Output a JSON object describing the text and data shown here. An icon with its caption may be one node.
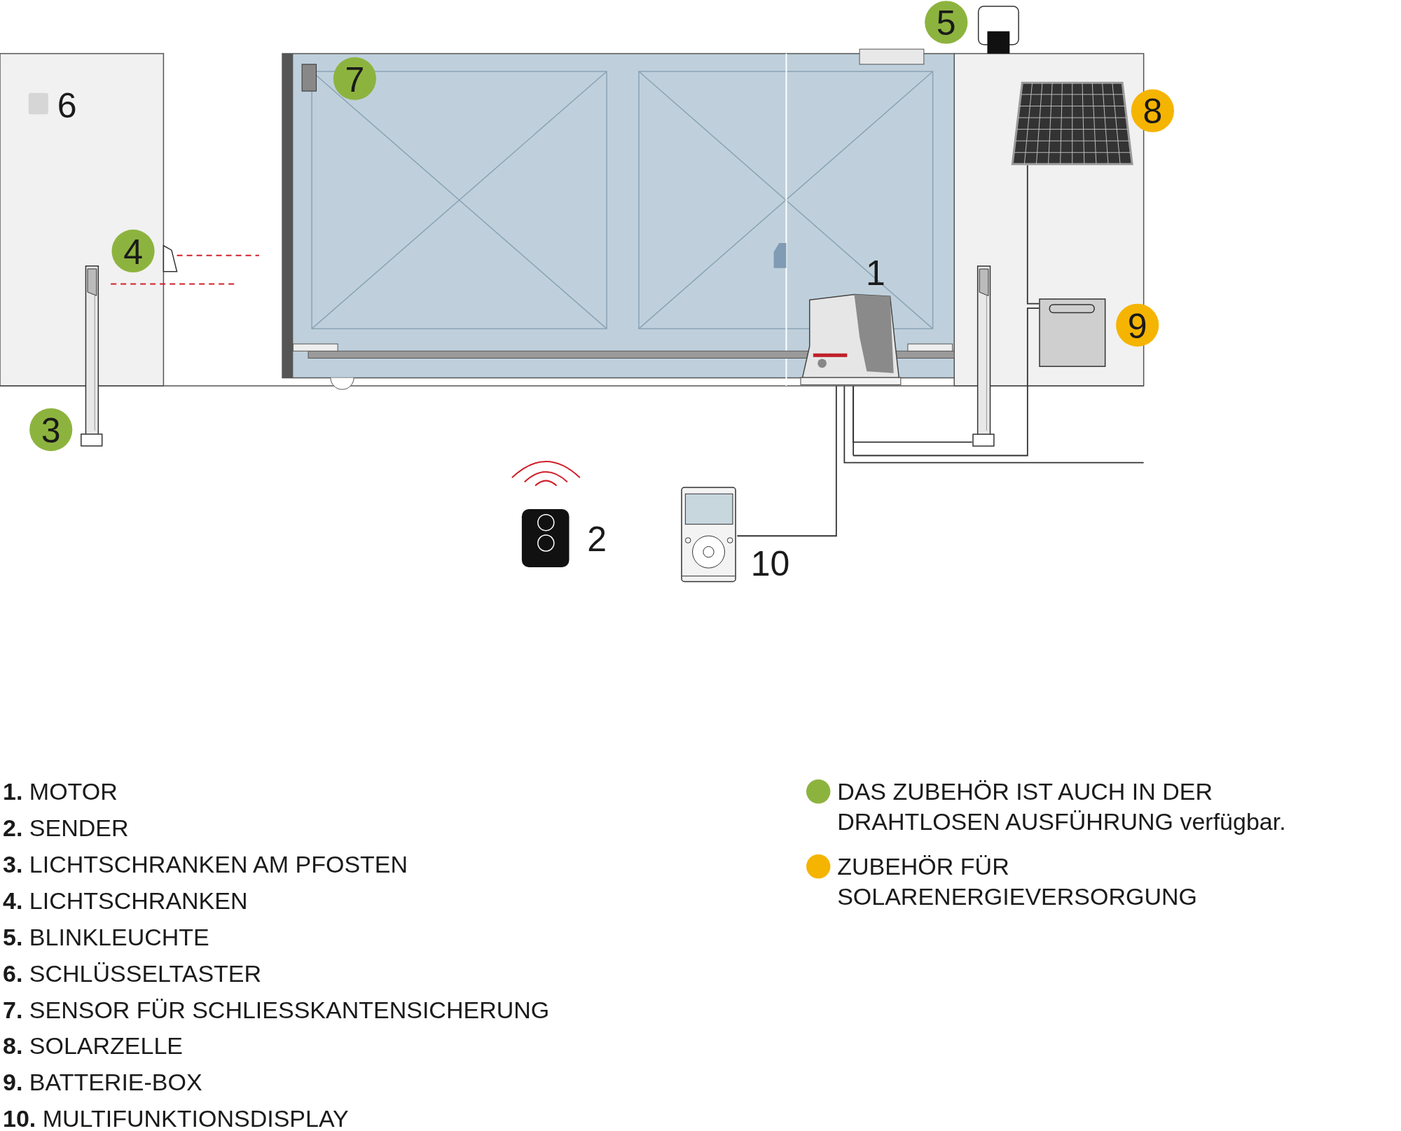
{
  "diagram": {
    "nodes": [
      {
        "text": [],
        "shape": "picture",
        "beside": [
          "1"
        ]
      },
      {
        "text": [],
        "shape": "picture",
        "beside": [
          "10"
        ]
      },
      {
        "text": [],
        "shape": "picture"
      },
      {
        "text": [],
        "shape": "picture",
        "beside": [
          "8"
        ]
      },
      {
        "text": [],
        "shape": "picture",
        "beside": [
          "9"
        ]
      }
    ],
    "edges": [
      {
        "from": 0,
        "to": 1,
        "arrow": "none"
      },
      {
        "from": 0,
        "to": 2,
        "arrow": "none"
      },
      {
        "from": 0,
        "to": 4,
        "arrow": "none"
      },
      {
        "from": 3,
        "to": 4,
        "arrow": "none"
      },
      {
        "from": 0,
        "to": null,
        "arrow": "none"
      }
    ],
    "labels": [
      "5",
      "7",
      "6",
      "4",
      "3",
      "2",
      "**1.** MOTOR",
      "**2.** SENDER",
      "**3.** LICHTSCHRANKEN AM PFOSTEN",
      "**4.** LICHTSCHRANKEN",
      "**5.** BLINKLEUCHTE",
      "**6.** SCHLÜSSELTASTER",
      "**7.** SENSOR FÜR SCHLIESSKANTENSICHERUNG",
      "**8.** SOLARZELLE",
      "**9.** BATTERIE-BOX",
      "**10.** MULTIFUNKTIONSDISPLAY"
    ],
    "legend": [
      {
        "text": "DAS ZUBEHÖR IST AUCH IN DER DRAHTLOSEN AUSFÜHRUNG verfügbar.",
        "color": "#8db33f"
      },
      {
        "text": "ZUBEHÖR FÜR SOLARENERGIEVERSORGUNG",
        "color": "#f5b400"
      }
    ]
  }
}
